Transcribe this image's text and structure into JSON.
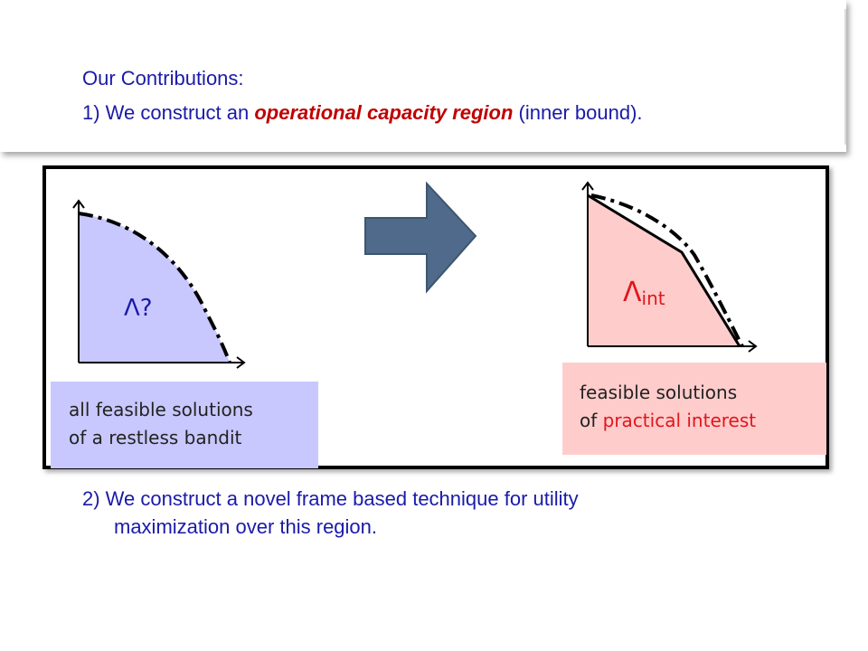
{
  "heading": "Our Contributions:",
  "contribution1": {
    "prefix": "1) We construct an ",
    "emphasis": "operational capacity region",
    "suffix": " (inner bound)."
  },
  "left_region": {
    "label": "Λ?",
    "caption_line1": "all feasible solutions",
    "caption_line2": "of a restless bandit"
  },
  "right_region": {
    "label_main": "Λ",
    "label_sub": "int",
    "caption_line1": "feasible solutions",
    "caption_line2_plain": "of ",
    "caption_line2_red": "practical interest"
  },
  "contribution2": {
    "line1": "2) We construct a novel frame based technique for utility",
    "line2": "maximization over this region."
  },
  "colors": {
    "text_blue": "#1a1aa8",
    "emphasis_red": "#c00000",
    "left_fill": "#c8c8ff",
    "right_fill": "#ffcccc",
    "arrow_fill": "#4f6a8a"
  }
}
